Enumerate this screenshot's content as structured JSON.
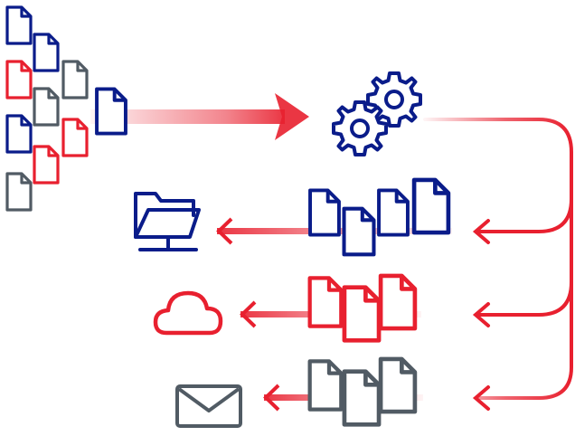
{
  "colors": {
    "blue": "#0a1c8a",
    "red": "#e8202f",
    "gray": "#515b64",
    "background": "#ffffff"
  },
  "icons": {
    "source": "document-stack-icon",
    "processor": "gears-icon",
    "destination_1": "network-folder-icon",
    "destination_2": "cloud-icon",
    "destination_3": "envelope-icon"
  },
  "flows": [
    {
      "name": "blue-documents-to-network-folder",
      "color": "blue",
      "target": "network-folder-icon"
    },
    {
      "name": "red-documents-to-cloud",
      "color": "red",
      "target": "cloud-icon"
    },
    {
      "name": "gray-documents-to-email",
      "color": "gray",
      "target": "envelope-icon"
    }
  ]
}
